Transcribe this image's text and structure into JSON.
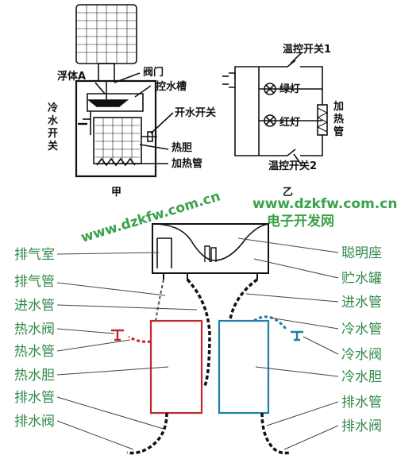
{
  "diagram_jia": {
    "caption": "甲",
    "labels": {
      "float": "浮体A",
      "valve": "阀门",
      "control_tank": "控水槽",
      "cold_switch": "冷水开关",
      "boil_switch": "开水开关",
      "heat_tank": "热胆",
      "heat_tube": "加热管"
    }
  },
  "diagram_yi": {
    "caption": "乙",
    "labels": {
      "thermo_switch_1": "温控开关1",
      "green_lamp": "绿灯",
      "red_lamp": "红灯",
      "heater": "加热管",
      "thermo_switch_2": "温控开关2"
    }
  },
  "watermark": {
    "url_diagonal": "www.dzkfw.com.cn",
    "url": "www.dzkfw.com.cn",
    "site": "电子开发网"
  },
  "diagram_bottom": {
    "left_labels": [
      "排气室",
      "排气管",
      "进水管",
      "热水阀",
      "热水管",
      "热水胆",
      "排水管",
      "排水阀"
    ],
    "right_labels": [
      "聪明座",
      "贮水罐",
      "进水管",
      "冷水管",
      "冷水阀",
      "冷水胆",
      "排水管",
      "排水阀"
    ],
    "colors": {
      "label": "#2f8a4a",
      "hot": "#c0272d",
      "cold": "#1e7fa8",
      "line": "#111111"
    }
  }
}
